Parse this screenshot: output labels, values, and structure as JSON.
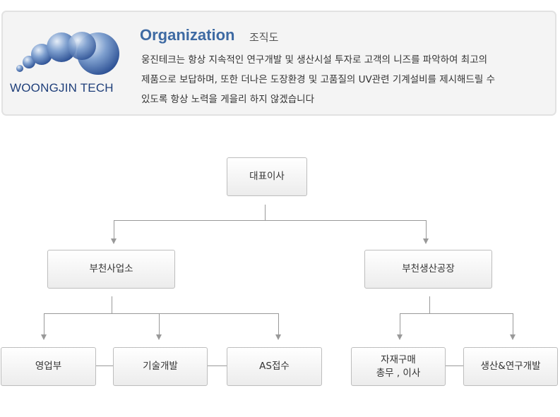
{
  "header": {
    "logo_text": "WOONGJIN TECH",
    "title": "Organization",
    "subtitle": "조직도",
    "description_lines": [
      "웅진테크는  항상 지속적인 연구개발 및 생산시설 투자로 고객의 니즈를 파악하여 최고의",
      "제품으로 보답하며, 또한 더나은 도장환경 및 고품질의 UV관련 기계설비를 제시해드릴 수",
      "있도록 항상 노력을 게을리 하지 않겠습니다"
    ]
  },
  "org": {
    "ceo": "대표이사",
    "branch_office": "부천사업소",
    "branch_factory": "부천생산공장",
    "office_depts": [
      "영업부",
      "기술개발",
      "AS접수"
    ],
    "factory_depts": [
      {
        "lines": [
          "자재구매",
          "총무 , 이사"
        ]
      },
      {
        "lines": [
          "생산&연구개발"
        ]
      }
    ]
  }
}
